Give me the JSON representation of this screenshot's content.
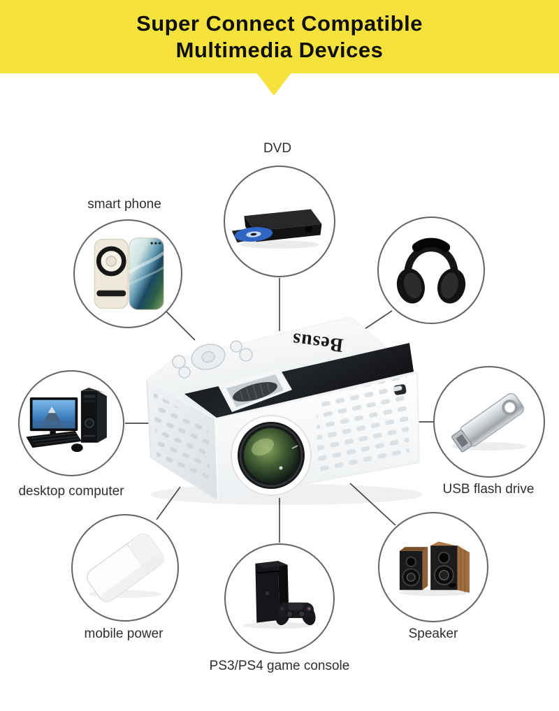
{
  "banner": {
    "title_line1": "Super Connect Compatible",
    "title_line2": "Multimedia Devices"
  },
  "projector": {
    "brand": "Besus"
  },
  "devices": {
    "dvd": {
      "label": "DVD"
    },
    "smart_phone": {
      "label": "smart phone"
    },
    "desktop_computer": {
      "label": "desktop computer"
    },
    "usb_flash_drive": {
      "label": "USB flash drive"
    },
    "mobile_power": {
      "label": "mobile power"
    },
    "game_console": {
      "label": "PS3/PS4 game console"
    },
    "speaker": {
      "label": "Speaker"
    }
  },
  "colors": {
    "banner_yellow": "#F5E23C",
    "title_text": "#101010",
    "label_text": "#2e2e2e",
    "connector_line": "#4a4a4a",
    "circle_border": "#646464"
  }
}
